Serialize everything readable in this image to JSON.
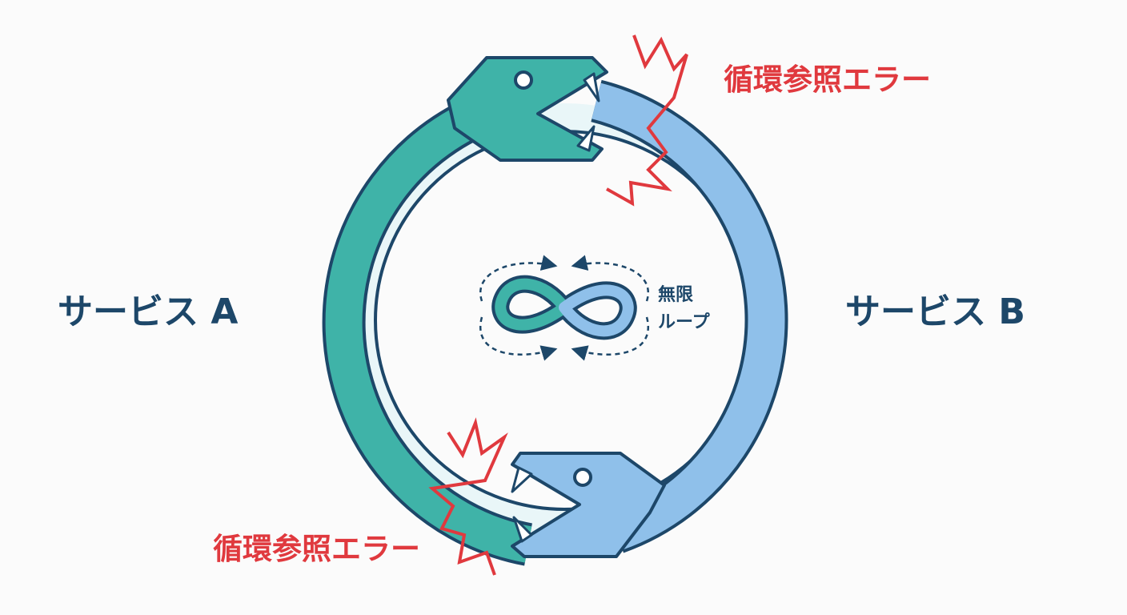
{
  "colors": {
    "background": "#fbfbfb",
    "outline": "#1d4769",
    "service_a": "#3fb3a8",
    "service_b": "#8fc0ea",
    "ring_inner": "#e9f6f8",
    "error": "#e0393e",
    "text_dark": "#1d4769"
  },
  "services": {
    "a": {
      "label": "サービス A",
      "icon": "snake-head-icon"
    },
    "b": {
      "label": "サービス B",
      "icon": "snake-head-icon"
    }
  },
  "errors": {
    "top": {
      "label": "循環参照エラー",
      "icon": "lightning-bolt-icon"
    },
    "bottom": {
      "label": "循環参照エラー",
      "icon": "lightning-bolt-icon"
    }
  },
  "center": {
    "icon": "infinity-icon",
    "label_line1": "無限",
    "label_line2": "ループ"
  }
}
